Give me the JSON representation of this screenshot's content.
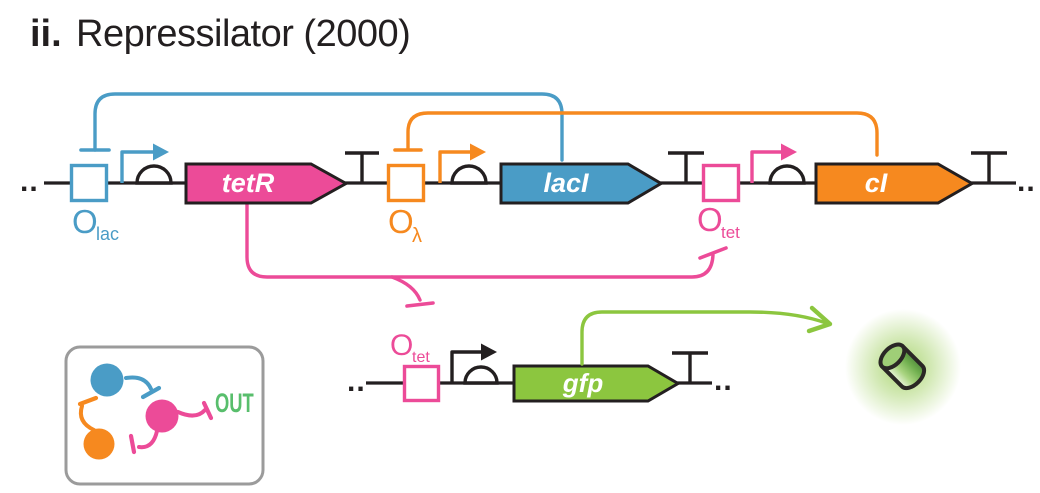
{
  "title": {
    "index": "ii.",
    "name": "Repressilator (2000)"
  },
  "colors": {
    "blue": "#4A9CC6",
    "pink": "#EC4B98",
    "orange": "#F6891F",
    "green": "#8CC63F",
    "out-green": "#58BE6C",
    "ink": "#231F20",
    "box-gray": "#9B9B9B"
  },
  "main_construct": {
    "left_ellipsis": "..",
    "right_ellipsis": "..",
    "cassettes": [
      {
        "operator": {
          "base": "O",
          "sub": "lac"
        },
        "gene": "tetR",
        "operator_color": "blue",
        "gene_color": "pink"
      },
      {
        "operator": {
          "base": "O",
          "sub": "λ"
        },
        "gene": "lacI",
        "operator_color": "orange",
        "gene_color": "blue"
      },
      {
        "operator": {
          "base": "O",
          "sub": "tet"
        },
        "gene": "cI",
        "operator_color": "pink",
        "gene_color": "orange"
      }
    ]
  },
  "reporter_construct": {
    "left_ellipsis": "..",
    "right_ellipsis": "..",
    "operator": {
      "base": "O",
      "sub": "tet"
    },
    "gene": "gfp",
    "gene_color": "green",
    "product_icon": "glowing-gfp-cylinder"
  },
  "legend": {
    "out_label": "OUT"
  }
}
